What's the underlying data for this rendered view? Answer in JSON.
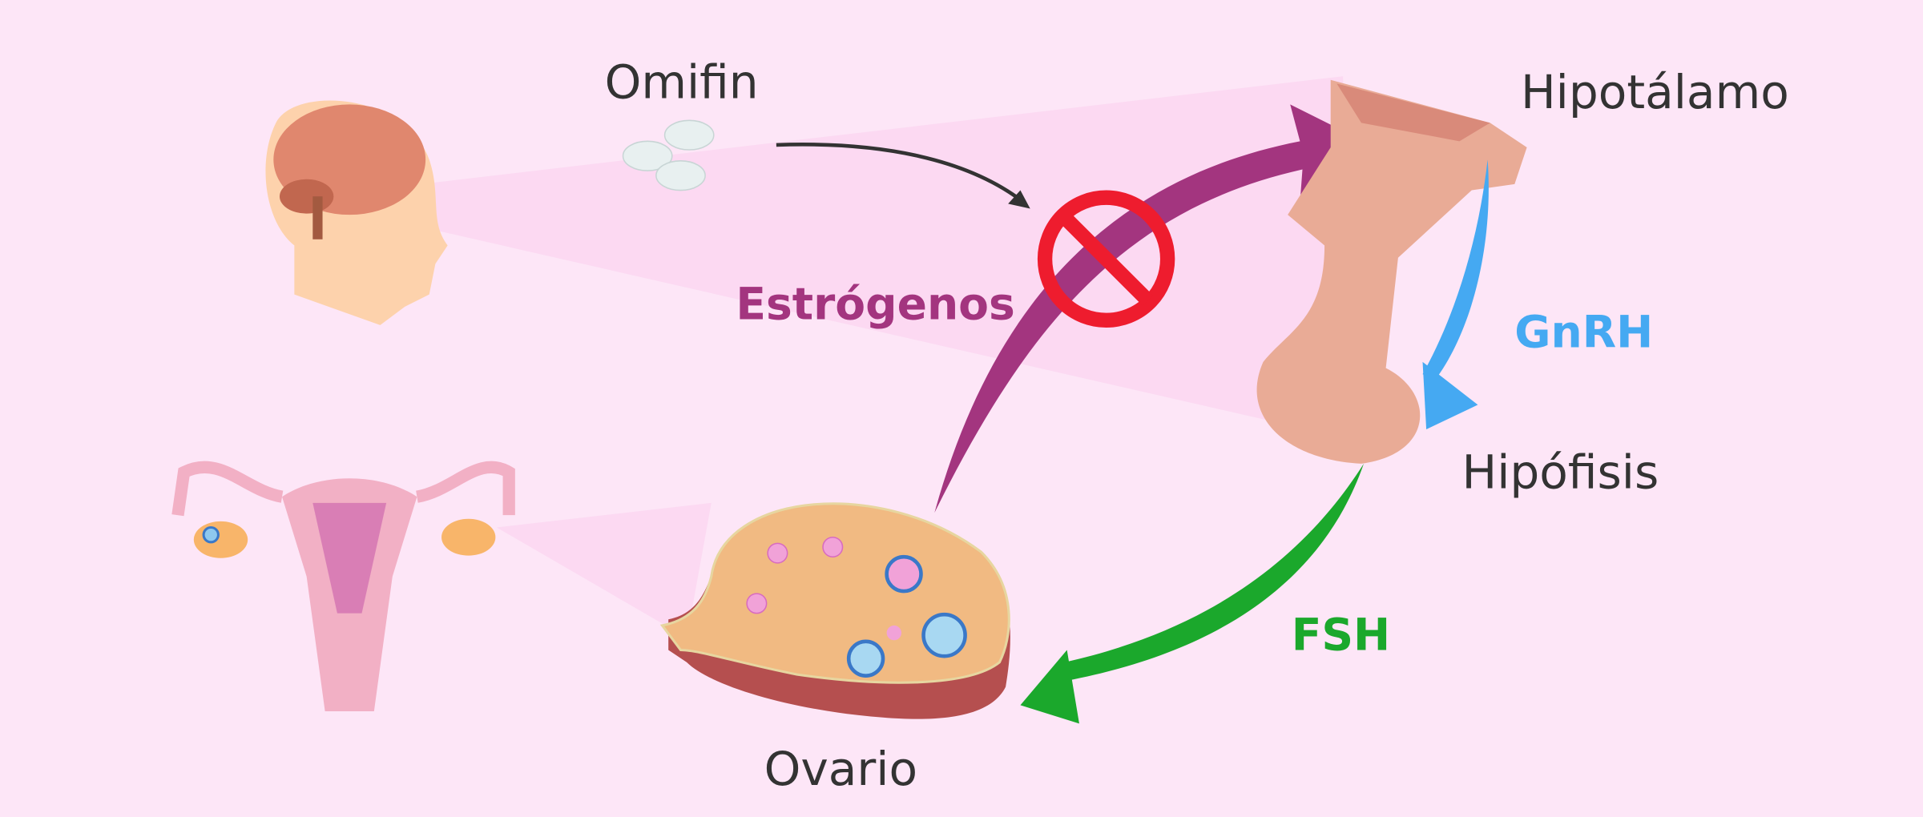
{
  "labels": {
    "drug": "Omifin",
    "hypothalamus": "Hipotálamo",
    "gnrh": "GnRH",
    "pituitary": "Hipófisis",
    "fsh": "FSH",
    "estrogens": "Estrógenos",
    "ovary": "Ovario"
  },
  "colors": {
    "background": "#fde6f7",
    "gnrh": "#45a9f2",
    "fsh": "#1ba82c",
    "estrogens": "#a3357f",
    "block": "#ee1c2e"
  }
}
